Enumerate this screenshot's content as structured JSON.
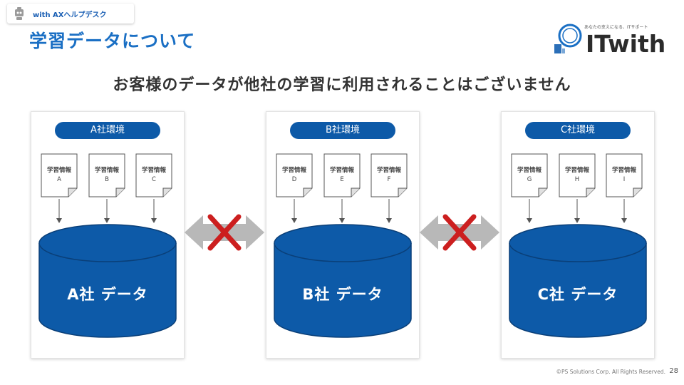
{
  "badge": {
    "label": "with AXヘルプデスク"
  },
  "title": "学習データについて",
  "logo": {
    "tagline": "あなたの支えになる、ITサポート",
    "wordmark": "ITwith"
  },
  "subtitle": "お客様のデータが他社の学習に利用されることはございません",
  "environments": [
    {
      "label": "A社環境",
      "docs": [
        {
          "title": "学習情報",
          "letter": "A"
        },
        {
          "title": "学習情報",
          "letter": "B"
        },
        {
          "title": "学習情報",
          "letter": "C"
        }
      ],
      "database": "A社 データ"
    },
    {
      "label": "B社環境",
      "docs": [
        {
          "title": "学習情報",
          "letter": "D"
        },
        {
          "title": "学習情報",
          "letter": "E"
        },
        {
          "title": "学習情報",
          "letter": "F"
        }
      ],
      "database": "B社 データ"
    },
    {
      "label": "C社環境",
      "docs": [
        {
          "title": "学習情報",
          "letter": "G"
        },
        {
          "title": "学習情報",
          "letter": "H"
        },
        {
          "title": "学習情報",
          "letter": "I"
        }
      ],
      "database": "C社 データ"
    }
  ],
  "footer": {
    "copyright": "©PS Solutions Corp. All Rights Reserved.",
    "page": "28"
  },
  "colors": {
    "accent": "#1a6fc4",
    "database": "#0d5aa8",
    "blocked_mark": "#cc1f1f",
    "arrow_gray": "#b8b8b8"
  }
}
